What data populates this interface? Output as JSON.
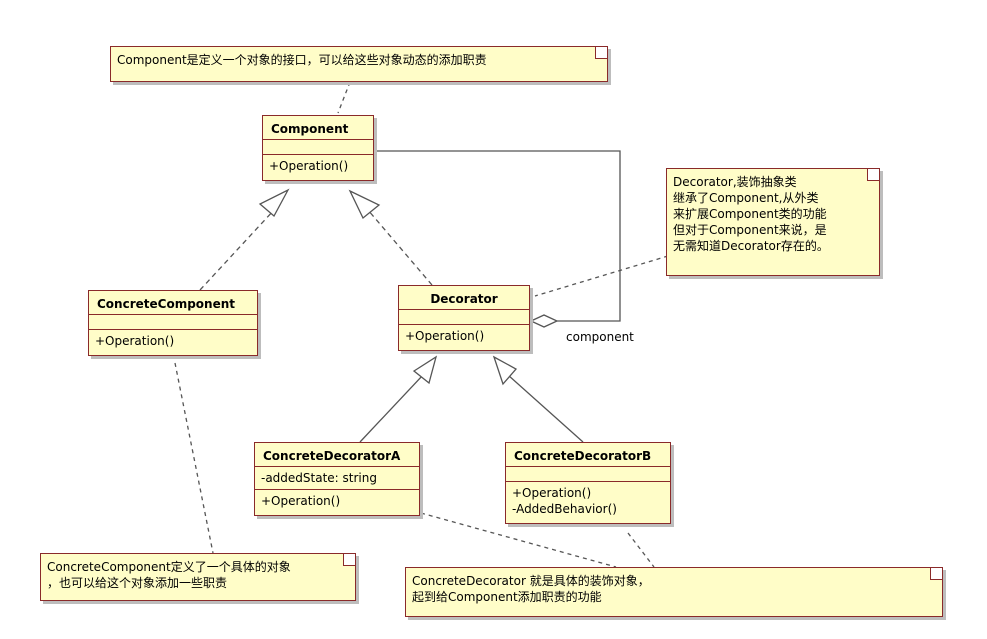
{
  "classes": {
    "component": {
      "name": "Component",
      "attributes": [],
      "operations": [
        "+Operation()"
      ]
    },
    "concrete_component": {
      "name": "ConcreteComponent",
      "attributes": [],
      "operations": [
        "+Operation()"
      ]
    },
    "decorator": {
      "name": "Decorator",
      "attributes": [],
      "operations": [
        "+Operation()"
      ]
    },
    "concrete_decorator_a": {
      "name": "ConcreteDecoratorA",
      "attributes": [
        "-addedState: string"
      ],
      "operations": [
        "+Operation()"
      ]
    },
    "concrete_decorator_b": {
      "name": "ConcreteDecoratorB",
      "attributes": [],
      "operations": [
        "+Operation()",
        "-AddedBehavior()"
      ]
    }
  },
  "notes": {
    "component_note": [
      "Component是定义一个对象的接口，可以给这些对象动态的添加职责"
    ],
    "decorator_note": [
      "Decorator,装饰抽象类",
      "继承了Component,从外类",
      "来扩展Component类的功能",
      "但对于Component来说，是",
      "无需知道Decorator存在的。"
    ],
    "concrete_component_note": [
      "ConcreteComponent定义了一个具体的对象",
      "，也可以给这个对象添加一些职责"
    ],
    "concrete_decorator_note": [
      "ConcreteDecorator 就是具体的装饰对象，",
      "起到给Component添加职责的功能"
    ]
  },
  "relations": {
    "aggregation_role": "component"
  },
  "colors": {
    "box_fill": "#fffdc8",
    "box_border": "#8a2a2a",
    "shadow": "#bdbdbd",
    "edge": "#555555"
  }
}
